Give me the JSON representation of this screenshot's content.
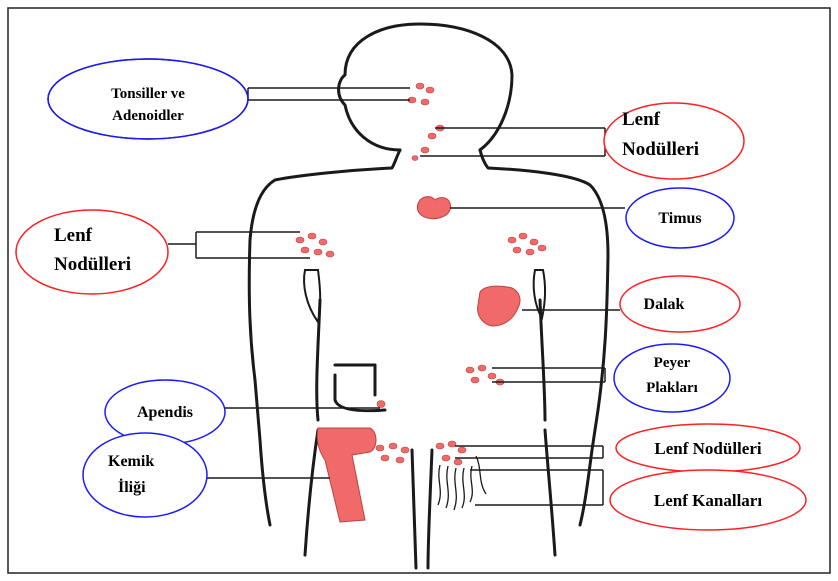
{
  "diagram": {
    "labels": {
      "tonsils_line1": "Tonsiller ve",
      "tonsils_line2": "Adenoidler",
      "lymph_nodules_neck_line1": "Lenf",
      "lymph_nodules_neck_line2": "Nodülleri",
      "lymph_nodules_arm_line1": "Lenf",
      "lymph_nodules_arm_line2": "Nodülleri",
      "thymus": "Timus",
      "spleen": "Dalak",
      "peyer_line1": "Peyer",
      "peyer_line2": "Plakları",
      "appendix": "Apendis",
      "bone_marrow_line1": "Kemik",
      "bone_marrow_line2": "İliği",
      "lymph_nodules_groin": "Lenf Nodülleri",
      "lymph_vessels": "Lenf Kanalları"
    },
    "colors": {
      "blue_ellipse": "#1a1aff",
      "red_ellipse": "#ff2020",
      "organ_fill": "#f06a6a",
      "outline": "#1a1a1a"
    }
  }
}
